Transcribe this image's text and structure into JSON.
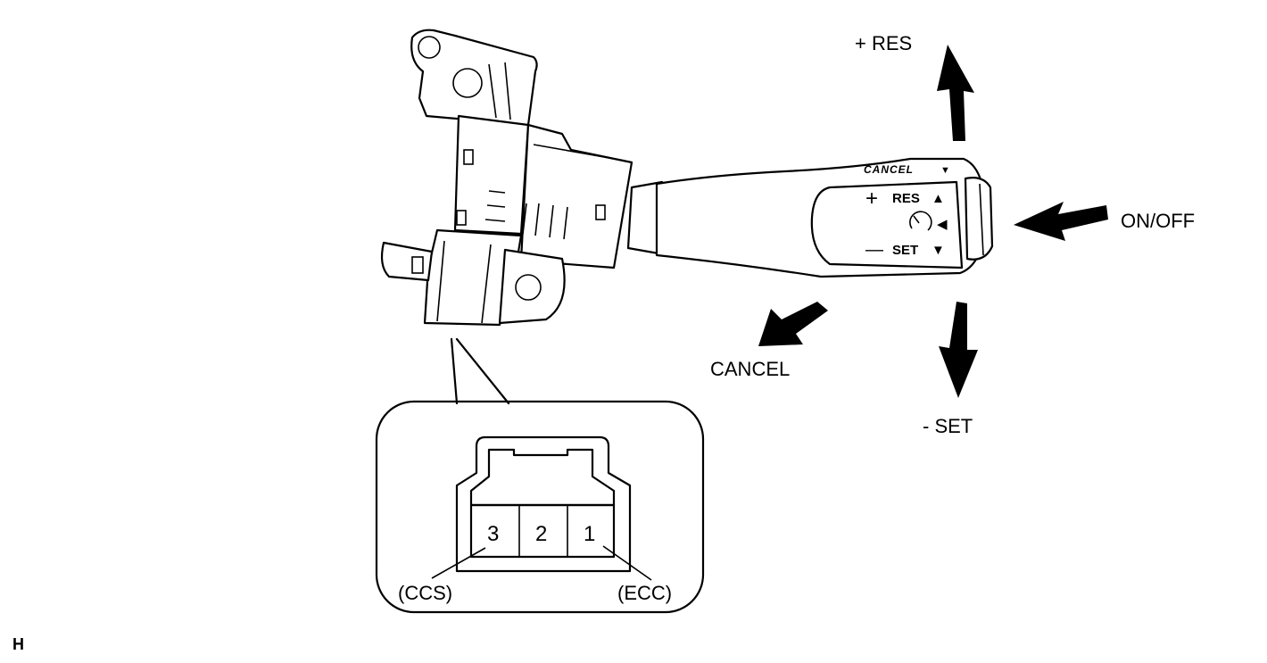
{
  "labels": {
    "res": "+ RES",
    "on_off": "ON/OFF",
    "cancel": "CANCEL",
    "set": "- SET",
    "ccs": "(CCS)",
    "ecc": "(ECC)",
    "corner_mark": "H"
  },
  "lever_markings": {
    "cancel": "CANCEL",
    "res": "RES",
    "set": "SET",
    "plus": "+",
    "minus": "—",
    "up_arrow": "▲",
    "down_arrow": "▼",
    "left_arrow": "◀"
  },
  "connector_pins": [
    "3",
    "2",
    "1"
  ],
  "icons": {
    "direction_arrows": "bold-arrow",
    "speedometer": "speedometer-icon"
  }
}
